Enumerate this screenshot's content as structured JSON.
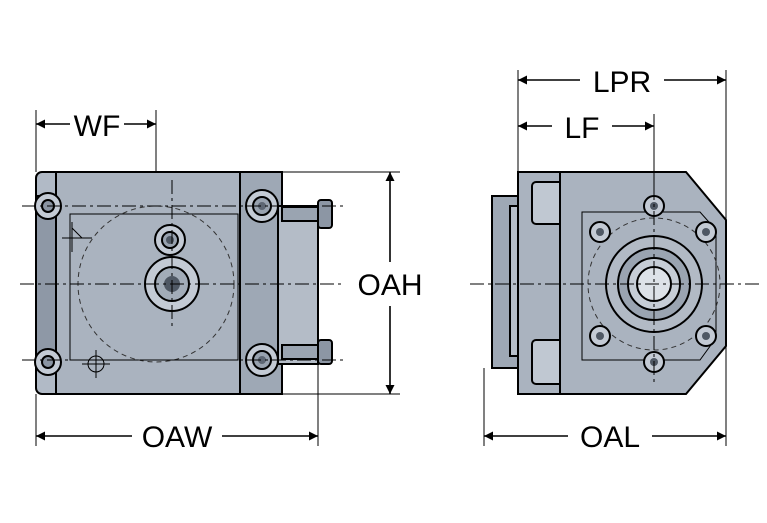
{
  "dimensions": {
    "wf": "WF",
    "oaw": "OAW",
    "oah": "OAH",
    "lpr": "LPR",
    "lf": "LF",
    "oal": "OAL"
  },
  "colors": {
    "body_fill": "#a9b2bf",
    "body_dark": "#7f8a99",
    "bolt_fill": "#c2c9d3",
    "outline": "#000000"
  }
}
